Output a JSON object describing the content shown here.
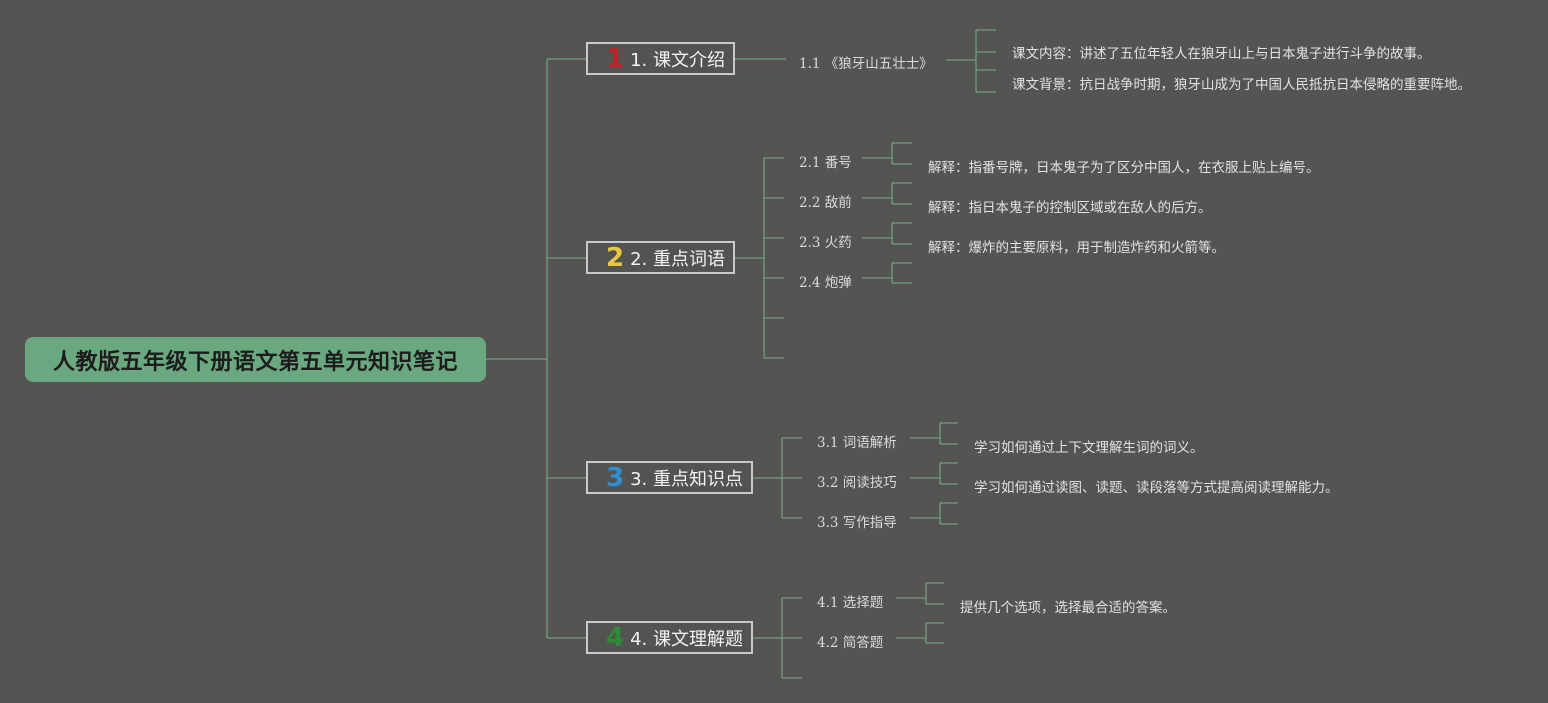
{
  "root": {
    "title": "人教版五年级下册语文第五单元知识笔记"
  },
  "topics": [
    {
      "num": "1",
      "num_color": "#c0202a",
      "label": "1. 课文介绍",
      "subs": [
        {
          "label": "1.1 《狼牙山五壮士》"
        }
      ],
      "notes": [
        "课文内容：讲述了五位年轻人在狼牙山上与日本鬼子进行斗争的故事。",
        "课文背景：抗日战争时期，狼牙山成为了中国人民抵抗日本侵略的重要阵地。"
      ]
    },
    {
      "num": "2",
      "num_color": "#e8c842",
      "label": "2. 重点词语",
      "subs": [
        {
          "label": "2.1 番号",
          "note": "解释：指番号牌，日本鬼子为了区分中国人，在衣服上贴上编号。"
        },
        {
          "label": "2.2 敌前",
          "note": "解释：指日本鬼子的控制区域或在敌人的后方。"
        },
        {
          "label": "2.3 火药",
          "note": "解释：爆炸的主要原料，用于制造炸药和火箭等。"
        },
        {
          "label": "2.4 炮弹",
          "note": ""
        }
      ]
    },
    {
      "num": "3",
      "num_color": "#2f8fd0",
      "label": "3. 重点知识点",
      "subs": [
        {
          "label": "3.1 词语解析",
          "note": "学习如何通过上下文理解生词的词义。"
        },
        {
          "label": "3.2 阅读技巧",
          "note": "学习如何通过读图、读题、读段落等方式提高阅读理解能力。"
        },
        {
          "label": "3.3 写作指导",
          "note": ""
        }
      ]
    },
    {
      "num": "4",
      "num_color": "#2e8b3a",
      "label": "4. 课文理解题",
      "subs": [
        {
          "label": "4.1 选择题",
          "note": "提供几个选项，选择最合适的答案。"
        },
        {
          "label": "4.2 简答题",
          "note": ""
        }
      ]
    }
  ]
}
